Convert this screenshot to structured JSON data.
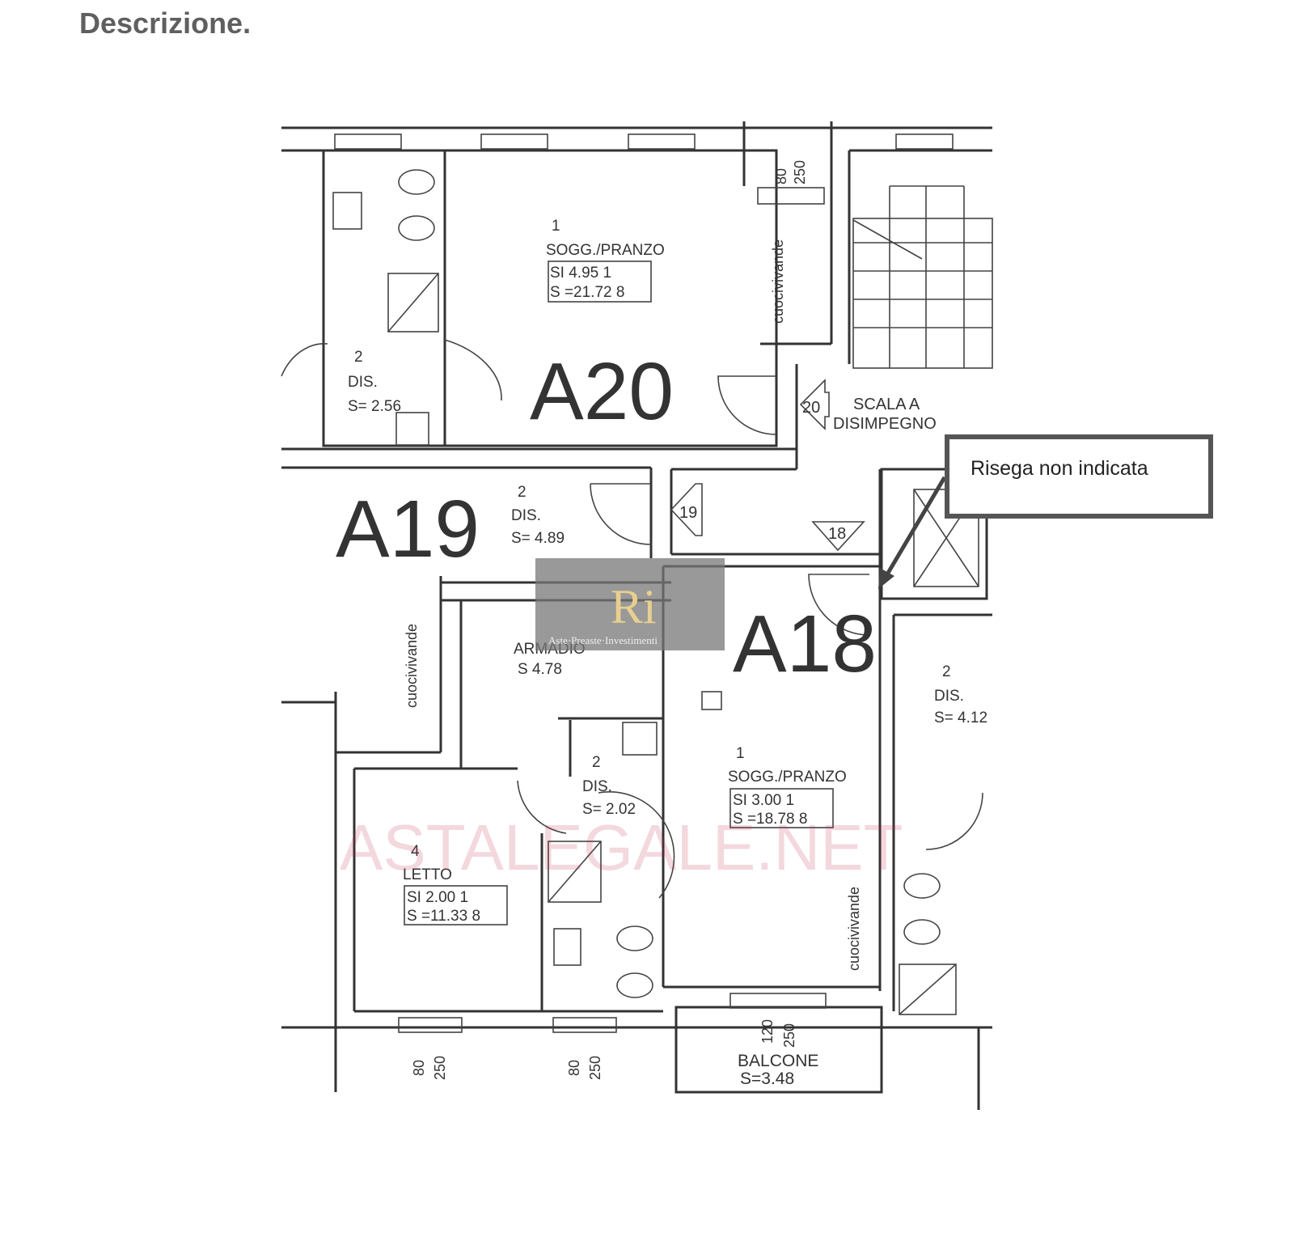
{
  "heading": "Descrizione.",
  "callout": {
    "text": "Risega non indicata"
  },
  "watermark": {
    "logo_text": "Aste·Preaste·Investimenti",
    "site_text": "ASTALEGALE.NET"
  },
  "plan": {
    "units": {
      "a20": "A20",
      "a19": "A19",
      "a18": "A18"
    },
    "rooms": {
      "a20_living": {
        "num": "1",
        "name": "SOGG./PRANZO",
        "line1": "SI 4.95 1",
        "line2": "S =21.72 8"
      },
      "a20_dis": {
        "num": "2",
        "name": "DIS.",
        "area": "S= 2.56"
      },
      "a19_dis": {
        "num": "2",
        "name": "DIS.",
        "area": "S= 4.89"
      },
      "armadio": {
        "name": "ARMADIO",
        "area": "S 4.78"
      },
      "a18_dis": {
        "num": "2",
        "name": "DIS.",
        "area": "S= 2.02"
      },
      "a18_living": {
        "num": "1",
        "name": "SOGG./PRANZO",
        "line1": "SI 3.00 1",
        "line2": "S =18.78 8"
      },
      "letto": {
        "num": "4",
        "name": "LETTO",
        "line1": "SI 2.00 1",
        "line2": "S =11.33 8"
      },
      "right_dis": {
        "num": "2",
        "name": "DIS.",
        "area": "S= 4.12"
      },
      "balcone": {
        "name": "BALCONE",
        "area": "S=3.48"
      },
      "scala": {
        "line1": "SCALA A",
        "line2": "DISIMPEGNO"
      }
    },
    "cuocivivande": "cuocivivande",
    "door_tags": {
      "d20": "20",
      "d19": "19",
      "d18": "18"
    },
    "window_dims": {
      "h1": "80",
      "h2": "250",
      "balc1": "120",
      "balc2": "250"
    }
  }
}
